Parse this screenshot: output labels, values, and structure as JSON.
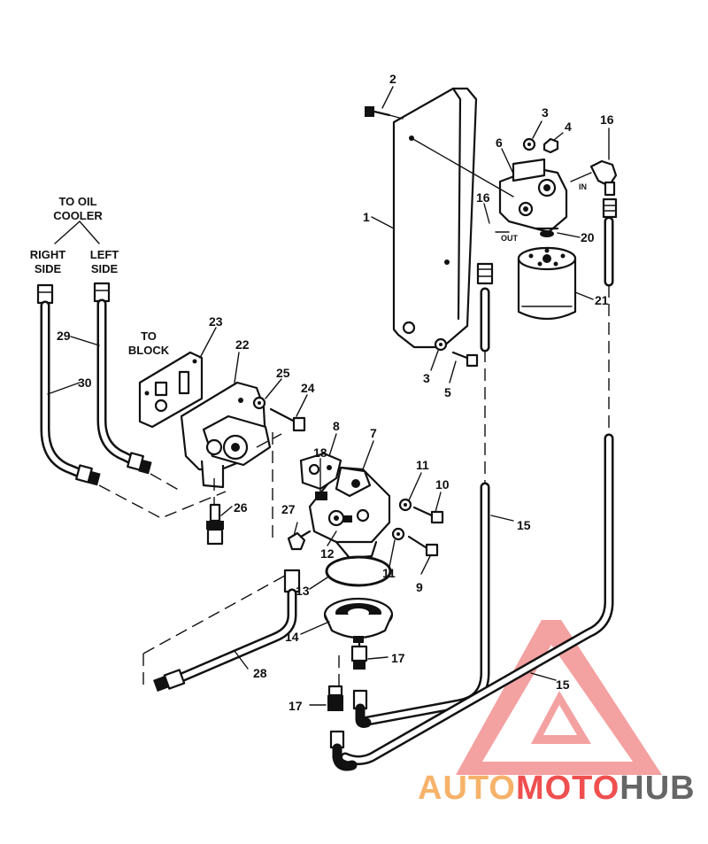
{
  "labels": {
    "to_oil_cooler_line1": "TO OIL",
    "to_oil_cooler_line2": "COOLER",
    "right_side_line1": "RIGHT",
    "right_side_line2": "SIDE",
    "left_side_line1": "LEFT",
    "left_side_line2": "SIDE",
    "to_block_line1": "TO",
    "to_block_line2": "BLOCK",
    "in": "IN",
    "out": "OUT"
  },
  "callouts": {
    "c1": "1",
    "c2": "2",
    "c3a": "3",
    "c3b": "3",
    "c4": "4",
    "c5": "5",
    "c6": "6",
    "c7": "7",
    "c8": "8",
    "c9": "9",
    "c10": "10",
    "c11a": "11",
    "c11b": "11",
    "c12": "12",
    "c13": "13",
    "c14": "14",
    "c15a": "15",
    "c15b": "15",
    "c16a": "16",
    "c16b": "16",
    "c17a": "17",
    "c17b": "17",
    "c18": "18",
    "c20": "20",
    "c21": "21",
    "c22": "22",
    "c23": "23",
    "c24": "24",
    "c25": "25",
    "c26": "26",
    "c27": "27",
    "c28": "28",
    "c29": "29",
    "c30": "30"
  },
  "watermark": {
    "part1": "AUTO",
    "part2": "MOTO",
    "part3": "HUB",
    "color_orange": "#f7b26a",
    "color_red": "#ef4f4f",
    "color_grey": "#666666"
  }
}
